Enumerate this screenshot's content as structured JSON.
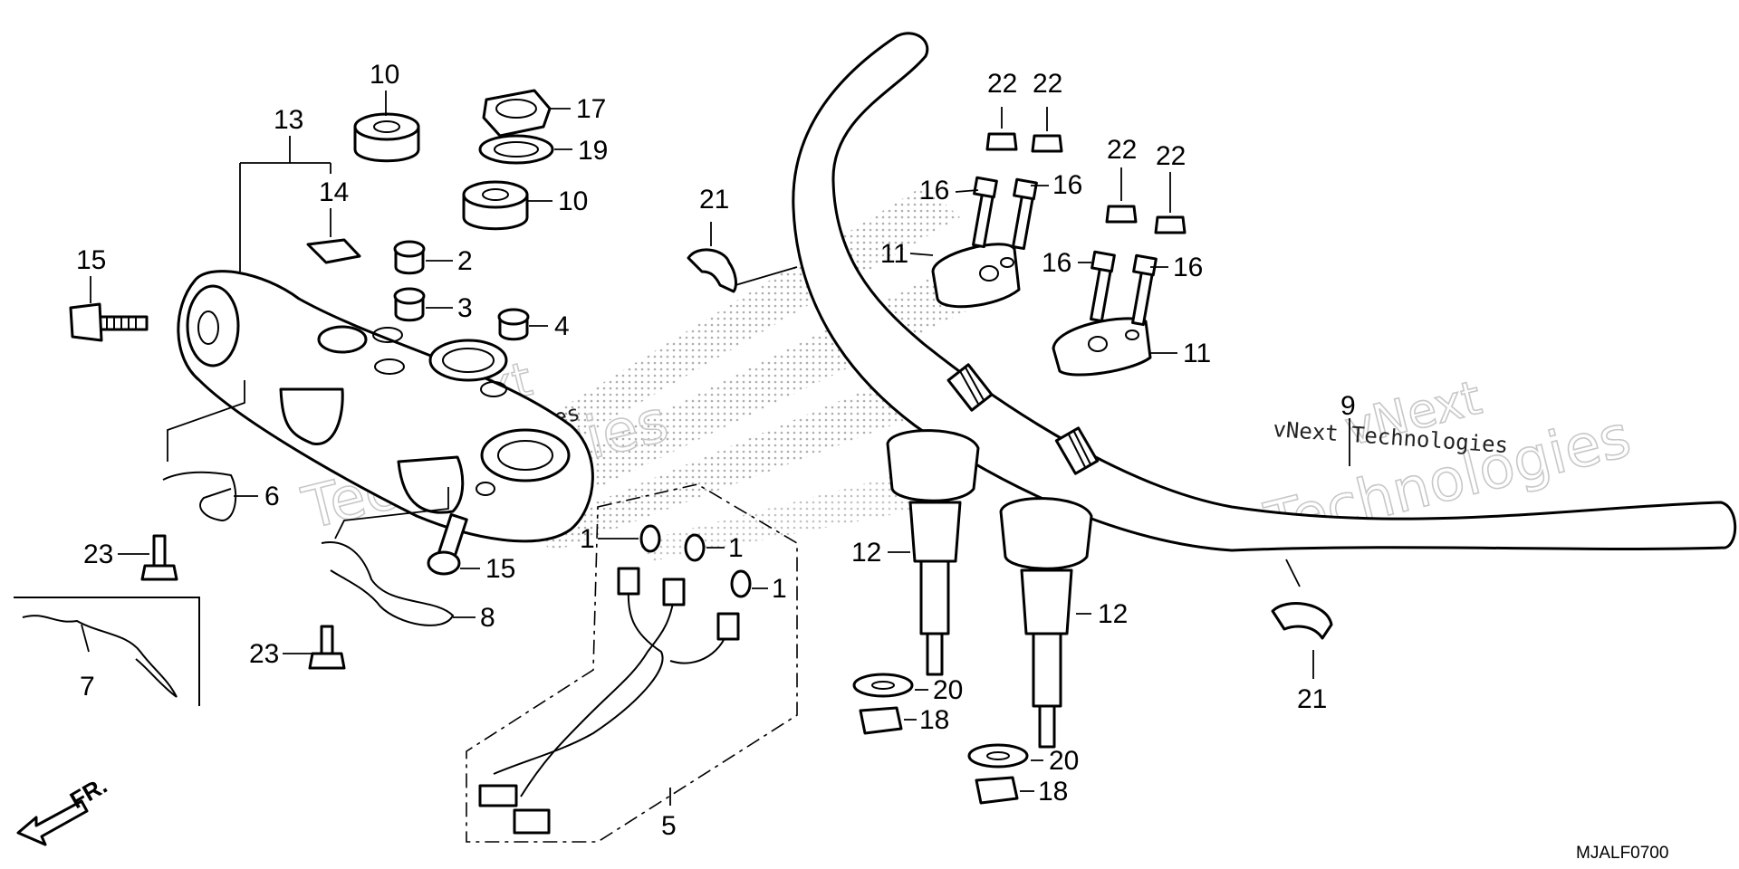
{
  "diagram": {
    "watermark_brand": "vNext",
    "watermark_word": "Technologies",
    "watermark_caption": "vNext Technologies",
    "drawing_code": "MJALF0700",
    "direction_label": "FR.",
    "callouts": {
      "c1a": "1",
      "c1b": "1",
      "c1c": "1",
      "c2": "2",
      "c3": "3",
      "c4": "4",
      "c5": "5",
      "c6": "6",
      "c7": "7",
      "c8": "8",
      "c9": "9",
      "c10a": "10",
      "c10b": "10",
      "c11a": "11",
      "c11b": "11",
      "c12a": "12",
      "c12b": "12",
      "c13": "13",
      "c14": "14",
      "c15a": "15",
      "c15b": "15",
      "c16a": "16",
      "c16b": "16",
      "c16c": "16",
      "c16d": "16",
      "c17": "17",
      "c18a": "18",
      "c18b": "18",
      "c19": "19",
      "c20a": "20",
      "c20b": "20",
      "c21a": "21",
      "c21b": "21",
      "c22a": "22",
      "c22b": "22",
      "c22c": "22",
      "c22d": "22",
      "c23a": "23",
      "c23b": "23"
    }
  }
}
